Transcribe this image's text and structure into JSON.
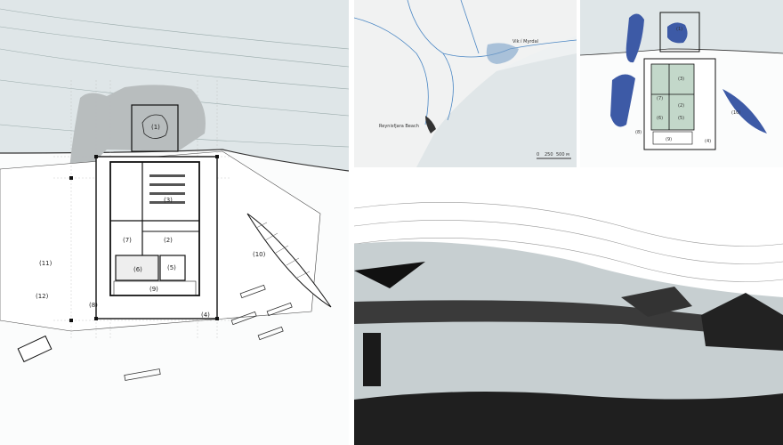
{
  "plan": {
    "room_labels": [
      "(1)",
      "(2)",
      "(3)",
      "(4)",
      "(5)",
      "(6)",
      "(7)",
      "(8)",
      "(9)",
      "(10)",
      "(11)",
      "(12)"
    ]
  },
  "map": {
    "place_village": "Vik í Myrdal",
    "place_beach": "Reynisfjara Beach",
    "scale": {
      "z": "0",
      "mid": "250",
      "end": "500 м"
    }
  },
  "mini": {
    "labels": [
      "(1)",
      "(2)",
      "(3)",
      "(4)",
      "(5)",
      "(6)",
      "(7)",
      "(8)",
      "(9)",
      "(10)"
    ]
  },
  "colors": {
    "water_blue": "#3d5aa6",
    "room_green": "#c3d8ca",
    "map_road": "#4b87c4",
    "sea_grey": "#e0e6e8"
  }
}
